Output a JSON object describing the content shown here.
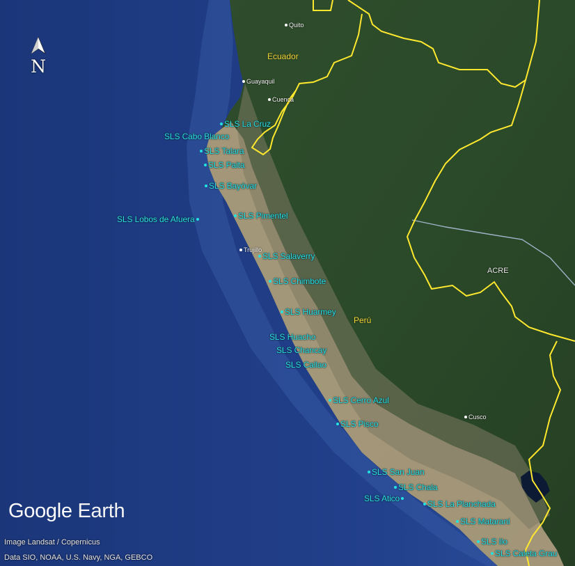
{
  "map": {
    "colors": {
      "ocean": "#1f3e86",
      "land": "#2b4a2a",
      "coast_desert": "#c9b79a",
      "border": "#ffe82e",
      "station_label": "#2de2e6"
    },
    "compass": {
      "letter": "N",
      "icon": "north-arrow-icon"
    },
    "logo": {
      "word1": "Google",
      "word2": "Earth"
    },
    "credits": {
      "imagery": "Image Landsat / Copernicus",
      "data": "Data SIO, NOAA, U.S. Navy, NGA, GEBCO"
    },
    "countries": {
      "ecuador": "Ecuador",
      "peru": "Perú"
    },
    "regions": {
      "acre": "ACRE"
    },
    "cities": {
      "quito": "Quito",
      "guayaquil": "Guayaquil",
      "cuenca": "Cuenca",
      "trujillo": "Trujillo",
      "cusco": "Cusco"
    },
    "stations": {
      "la_cruz": "SLS La Cruz",
      "cabo_blanco": "SLS Cabo Blanco",
      "talara": "SLS Talara",
      "paita": "SLS Paita",
      "bayovar": "SLS Bayóvar",
      "lobos_de_afuera": "SLS Lobos de Afuera",
      "pimentel": "SLS Pimentel",
      "salaverry": "SLS Salaverry",
      "chimbote": "SLS Chimbote",
      "huarmey": "SLS Huarmey",
      "huacho": "SLS Huacho",
      "chancay": "SLS Chancay",
      "callao": "SLS Callao",
      "cerro_azul": "SLS Cerro Azul",
      "pisco": "SLS Pisco",
      "san_juan": "SLS San Juan",
      "chala": "SLS Chala",
      "atico": "SLS Atico",
      "la_planchada": "SLS La Planchada",
      "matarani": "SLS Matarani",
      "ilo": "SLS Ilo",
      "caleta_grau": "SLS Caleta Grau"
    }
  }
}
